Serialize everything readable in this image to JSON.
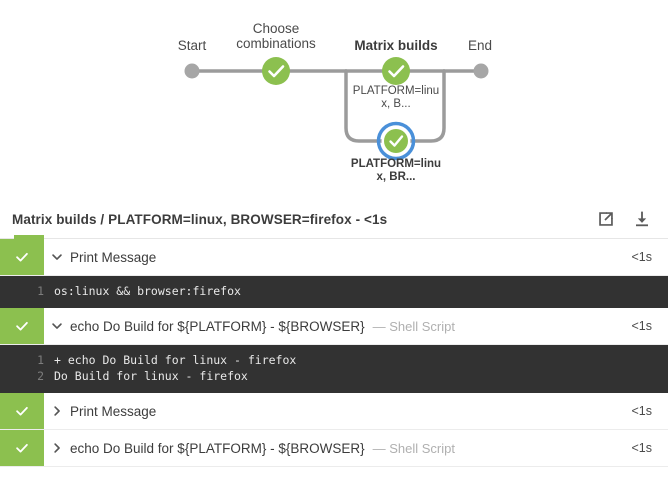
{
  "pipeline": {
    "stages": [
      {
        "id": "start",
        "label": "Start",
        "type": "dot",
        "bold": false,
        "status": "pending"
      },
      {
        "id": "choose-combinations",
        "label": "Choose\ncombinations",
        "type": "node",
        "bold": false,
        "status": "success"
      },
      {
        "id": "matrix-builds",
        "label": "Matrix builds",
        "type": "node",
        "bold": true,
        "status": "success"
      },
      {
        "id": "end",
        "label": "End",
        "type": "dot",
        "bold": false,
        "status": "pending"
      }
    ],
    "parallel_nodes": [
      {
        "id": "matrix-branch-1",
        "label": "PLATFORM=linu\nx, B...",
        "status": "success",
        "selected": false
      },
      {
        "id": "matrix-branch-2",
        "label": "PLATFORM=linu\nx, BR...",
        "status": "success",
        "selected": true
      }
    ],
    "colors": {
      "success": "#8cc04f",
      "selected_ring": "#4a90d9",
      "idle": "#a6a6a6",
      "edge": "#9b9b9b"
    }
  },
  "log_panel": {
    "title": "Matrix builds / PLATFORM=linux, BROWSER=firefox - <1s",
    "actions": [
      {
        "id": "open-in-new-window",
        "icon": "external-link-icon",
        "tooltip": "Open in new window"
      },
      {
        "id": "download-logs",
        "icon": "download-icon",
        "tooltip": "Download logs"
      }
    ],
    "steps": [
      {
        "id": "step-1",
        "title": "Print Message",
        "type": "",
        "duration": "<1s",
        "status": "success",
        "expanded": true,
        "log_lines": [
          {
            "no": "1",
            "text": "os:linux && browser:firefox"
          }
        ]
      },
      {
        "id": "step-2",
        "title": "echo Do Build for ${PLATFORM} - ${BROWSER}",
        "type": "— Shell Script",
        "duration": "<1s",
        "status": "success",
        "expanded": true,
        "log_lines": [
          {
            "no": "1",
            "text": "+ echo Do Build for linux - firefox"
          },
          {
            "no": "2",
            "text": "Do Build for linux - firefox"
          }
        ]
      },
      {
        "id": "step-3",
        "title": "Print Message",
        "type": "",
        "duration": "<1s",
        "status": "success",
        "expanded": false,
        "log_lines": []
      },
      {
        "id": "step-4",
        "title": "echo Do Build for ${PLATFORM} - ${BROWSER}",
        "type": "— Shell Script",
        "duration": "<1s",
        "status": "success",
        "expanded": false,
        "log_lines": []
      }
    ]
  }
}
